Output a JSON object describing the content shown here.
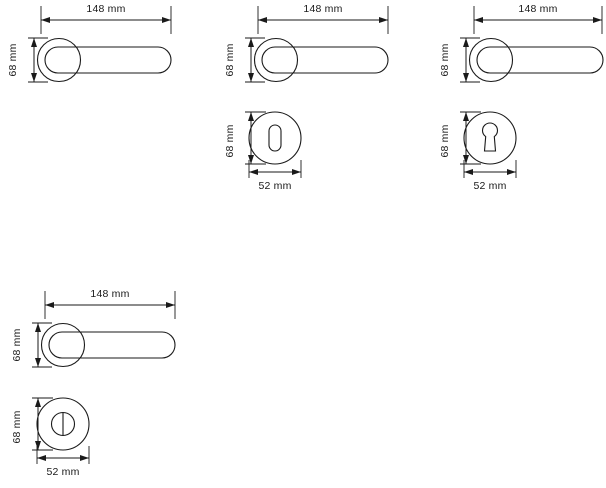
{
  "drawing": {
    "title": "Door handle technical dimension drawing",
    "background_color": "#ffffff",
    "line_color": "#1a1a1a",
    "units": "mm"
  },
  "labels": {
    "length_148": "148 mm",
    "height_68": "68 mm",
    "width_52": "52 mm"
  },
  "groups": [
    {
      "id": "group-1",
      "name": "handle-set-plain",
      "items": [
        {
          "type": "lever-handle",
          "name": "lever-handle-1",
          "dims": {
            "width": "148 mm",
            "height": "68 mm"
          }
        }
      ]
    },
    {
      "id": "group-2",
      "name": "handle-set-with-oval-keyhole",
      "items": [
        {
          "type": "lever-handle",
          "name": "lever-handle-2",
          "dims": {
            "width": "148 mm",
            "height": "68 mm"
          }
        },
        {
          "type": "escutcheon-oval-key",
          "name": "escutcheon-oval-keyhole",
          "dims": {
            "width": "52 mm",
            "height": "68 mm"
          }
        }
      ]
    },
    {
      "id": "group-3",
      "name": "handle-set-with-euro-cylinder",
      "items": [
        {
          "type": "lever-handle",
          "name": "lever-handle-3",
          "dims": {
            "width": "148 mm",
            "height": "68 mm"
          }
        },
        {
          "type": "escutcheon-euro-cylinder",
          "name": "escutcheon-euro-cylinder",
          "dims": {
            "width": "52 mm",
            "height": "68 mm"
          }
        }
      ]
    },
    {
      "id": "group-4",
      "name": "handle-set-with-thumbturn",
      "items": [
        {
          "type": "lever-handle",
          "name": "lever-handle-4",
          "dims": {
            "width": "148 mm",
            "height": "68 mm"
          }
        },
        {
          "type": "escutcheon-thumbturn",
          "name": "escutcheon-wc-thumbturn",
          "dims": {
            "width": "52 mm",
            "height": "68 mm"
          }
        }
      ]
    }
  ],
  "dimension_values": {
    "lever_length_mm": 148,
    "rose_height_mm": 68,
    "escutcheon_width_mm": 52,
    "escutcheon_height_mm": 68
  }
}
